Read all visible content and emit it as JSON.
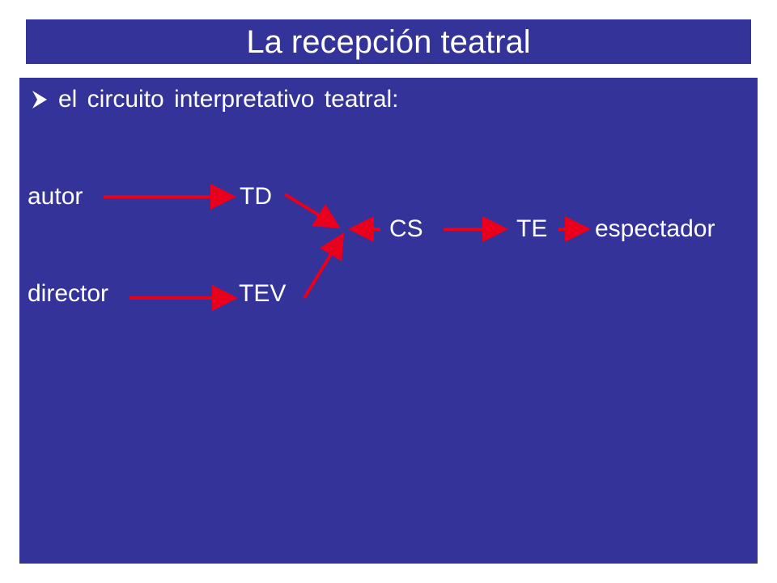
{
  "slide": {
    "title": "La recepción teatral",
    "bullet": {
      "icon": "arrowhead-bullet-icon",
      "text": "el circuito interpretativo teatral:"
    }
  },
  "diagram": {
    "nodes": {
      "autor": "autor",
      "td": "TD",
      "director": "director",
      "tev": "TEV",
      "cs": "CS",
      "te": "TE",
      "espectador": "espectador"
    },
    "edges": [
      [
        "autor",
        "TD"
      ],
      [
        "director",
        "TEV"
      ],
      [
        "TD",
        "CS"
      ],
      [
        "TEV",
        "CS"
      ],
      [
        "CS",
        "TE"
      ],
      [
        "TE",
        "espectador"
      ]
    ]
  },
  "colors": {
    "background": "#333399",
    "text": "#ffffff",
    "arrow": "#e8001c"
  }
}
